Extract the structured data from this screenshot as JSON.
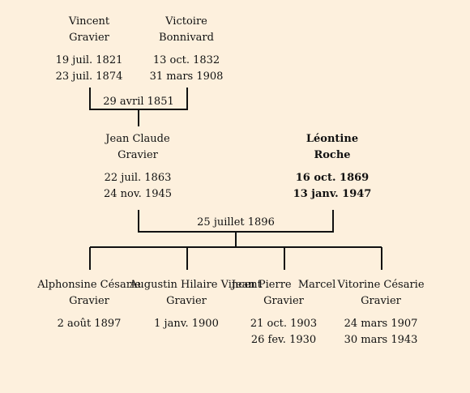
{
  "people": {
    "vincent": {
      "first": "Vincent",
      "last": "Gravier",
      "birth": "19 juil. 1821",
      "death": "23 juil. 1874"
    },
    "victoire": {
      "first": "Victoire",
      "last": "Bonnivard",
      "birth": "13 oct. 1832",
      "death": "31 mars 1908"
    },
    "jean_claude": {
      "first": "Jean Claude",
      "last": "Gravier",
      "birth": "22 juil. 1863",
      "death": "24 nov. 1945"
    },
    "leontine": {
      "first": "Léontine",
      "last": "Roche",
      "birth": "16 oct. 1869",
      "death": "13 janv. 1947"
    },
    "alphonsine": {
      "first": "Alphonsine Césarie",
      "last": "Gravier",
      "birth": "2 août 1897",
      "death": ""
    },
    "augustin": {
      "first": "Augustin Hilaire Vincent",
      "last": "Gravier",
      "birth": "1 janv. 1900",
      "death": ""
    },
    "jean_pierre": {
      "first": "Jean Pierre  Marcel",
      "last": "Gravier",
      "birth": "21 oct. 1903",
      "death": "26 fev. 1930"
    },
    "vitorine": {
      "first": "Vitorine Césarie",
      "last": "Gravier",
      "birth": "24 mars 1907",
      "death": "30 mars 1943"
    }
  },
  "unions": {
    "u1": {
      "date": "29 avril 1851"
    },
    "u2": {
      "date": "25 juillet 1896"
    }
  },
  "colors": {
    "background": "#fdf0dd",
    "line": "#111111"
  }
}
